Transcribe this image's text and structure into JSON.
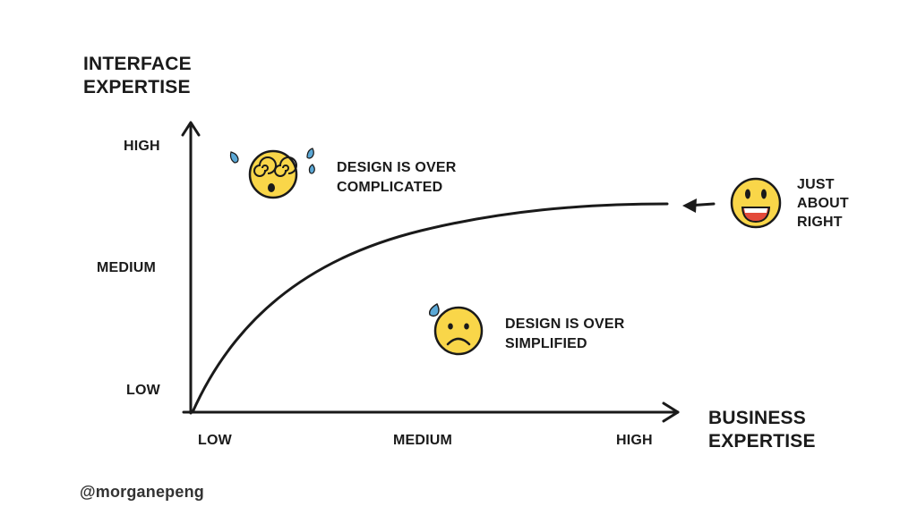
{
  "y_axis": {
    "title": "INTERFACE\nEXPERTISE",
    "ticks": [
      "HIGH",
      "MEDIUM",
      "LOW"
    ]
  },
  "x_axis": {
    "title": "BUSINESS\nEXPERTISE",
    "ticks": [
      "LOW",
      "MEDIUM",
      "HIGH"
    ]
  },
  "annotations": {
    "over_complicated": "DESIGN IS OVER\nCOMPLICATED",
    "over_simplified": "DESIGN IS OVER\nSIMPLIFIED",
    "just_right": "JUST\nABOUT\nRIGHT"
  },
  "icons": {
    "dizzy": "dizzy-face-icon",
    "sad": "sad-sweat-face-icon",
    "happy": "grinning-face-icon",
    "arrow": "arrow-left-icon"
  },
  "colors": {
    "face": "#F9D649",
    "mouth": "#E34A3A",
    "tear": "#5BA8D6",
    "ink": "#1a1a1a"
  },
  "credit": "@morganepeng"
}
